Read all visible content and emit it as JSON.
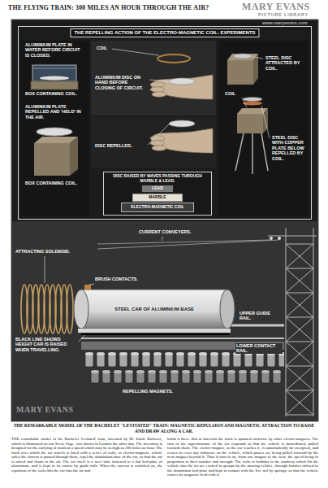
{
  "diagram": {
    "title": "THE FLYING TRAIN: 300 MILES AN HOUR THROUGH THE AIR?",
    "caption": "THE REMARKABLE MODEL OF THE BACHELET \"LEVITATED\" TRAIN: MAGNETIC REPULSION AND MAGNETIC ATTRACTION TO RAISE AND DRAW ALONG A CAR.",
    "nodes": [
      {
        "text": [
          "THE REPELLING ACTION OF THE ELECTRO-MAGNETIC COIL: EXPERIMENTS"
        ]
      },
      {
        "text": [
          "DISC RAISED BY WAVES PASSING THROUGH MARBLE & LEAD."
        ],
        "in": 0
      },
      {
        "text": [
          "LEAD"
        ],
        "in": 1
      },
      {
        "text": [
          "MARBLE"
        ],
        "in": 1
      },
      {
        "text": [
          "ELECTRO-MAGNETIC COIL"
        ],
        "in": 1
      },
      {
        "text": [
          "STEEL CAR OF ALUMINIUM BASE"
        ]
      }
    ],
    "labels": [
      "MARY EVANS",
      "PICTURE LIBRARY",
      "www.maryevans.com",
      "ALUMINIUM PLATE IN WATER BEFORE CIRCUIT IS CLOSED.",
      "BOX CONTAINING COIL.",
      "ALUMINIUM PLATE REPELLED AND 'HELD' IN THE AIR.",
      "BOX CONTAINING COIL.",
      "COIL",
      "ALUMINIUM DISC ON HAND BEFORE CLOSING OF CIRCUIT.",
      "DISC REPELLED.",
      "STEEL DISC ATTRACTED BY COIL.",
      "COIL",
      "STEEL DISC WITH COPPER PLATE BELOW REPELLED BY COIL.",
      "CURRENT CONVEYERS.",
      "ATTRACTING SOLENOID.",
      "BRUSH CONTACTS.",
      "UPPER GUIDE RAIL.",
      "LOWER CONTACT RAIL.",
      "BLACK LINE SHOWS HEIGHT CAR IS RAISED WHEN TRAVELLING.",
      "REPELLING MAGNETS.",
      "MARY EVANS",
      "THE remarkable model of the Bachelet 'levitated' train, invented by M. Emile Bachelet, which is illustrated on our Scene Page, was shown in London the other day. The invention is designed for the carrying of mails at a speed which may be as high as 300 miles an hour. The track over which the car travels is lined with a series of coils, or electro-magnets, which, when the current is passed through them, repel the aluminium base of the car, so that the car is raised and floats in the air. The car itself is a steel tube fastened to a flat bed-plate of aluminium, and is kept in its course by guide-rails. When the current is switched on, the repulsion of the coils lifts the car into the air and",
      "holds it there. But at intervals the track is spanned archwise by other electro-magnets. The iron of the superstructure of the car responds so that the vehicle is immediately pulled towards them. The electro-magnet, as the car reaches it, is automatically de-energised, and ceases to exert any influence on the vehicle, which passes on, being pulled forward by the next magnet beyond it. Thus it travels on, from one magnet to the next, the speed being in proportion to their number and strength. The coils or bobbins in the roadway which lift the vehicle into the air are excited in groups by the moving vehicle, through brushes affixed to the aluminium bed-plate and kept in contact with the live rail by springs; so that the vehicle carries its magnetic field with it."
    ]
  }
}
